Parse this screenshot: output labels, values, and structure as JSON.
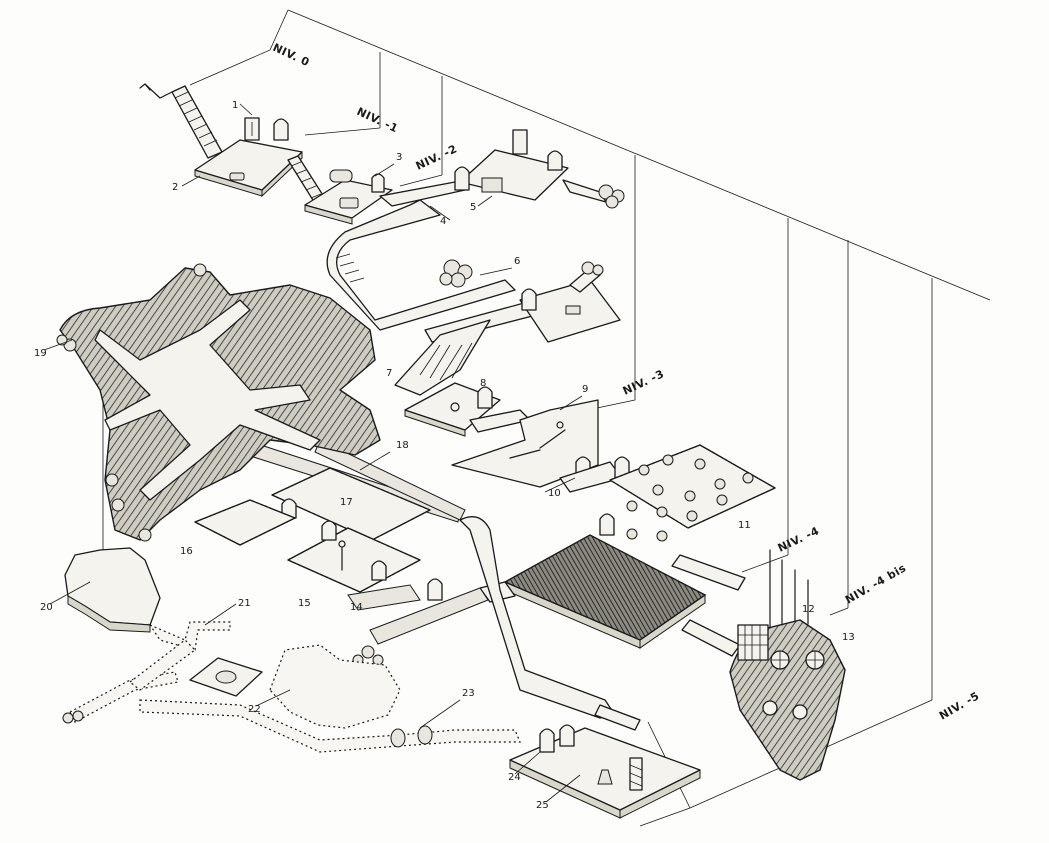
{
  "levels": {
    "niv0": "NIV. 0",
    "niv1": "NIV. -1",
    "niv2": "NIV. -2",
    "niv3": "NIV. -3",
    "niv4": "NIV. -4",
    "niv4bis": "NIV. -4 bis",
    "niv5": "NIV. -5"
  },
  "locations": [
    "1",
    "2",
    "3",
    "4",
    "5",
    "6",
    "7",
    "8",
    "9",
    "10",
    "11",
    "12",
    "13",
    "14",
    "15",
    "16",
    "17",
    "18",
    "19",
    "20",
    "21",
    "22",
    "23",
    "24",
    "25"
  ],
  "icons": {
    "stairs": "stairs-icon",
    "door": "door-icon",
    "rubble": "rubble-icon",
    "skull": "skull-icon",
    "pillar": "pillar-icon"
  }
}
